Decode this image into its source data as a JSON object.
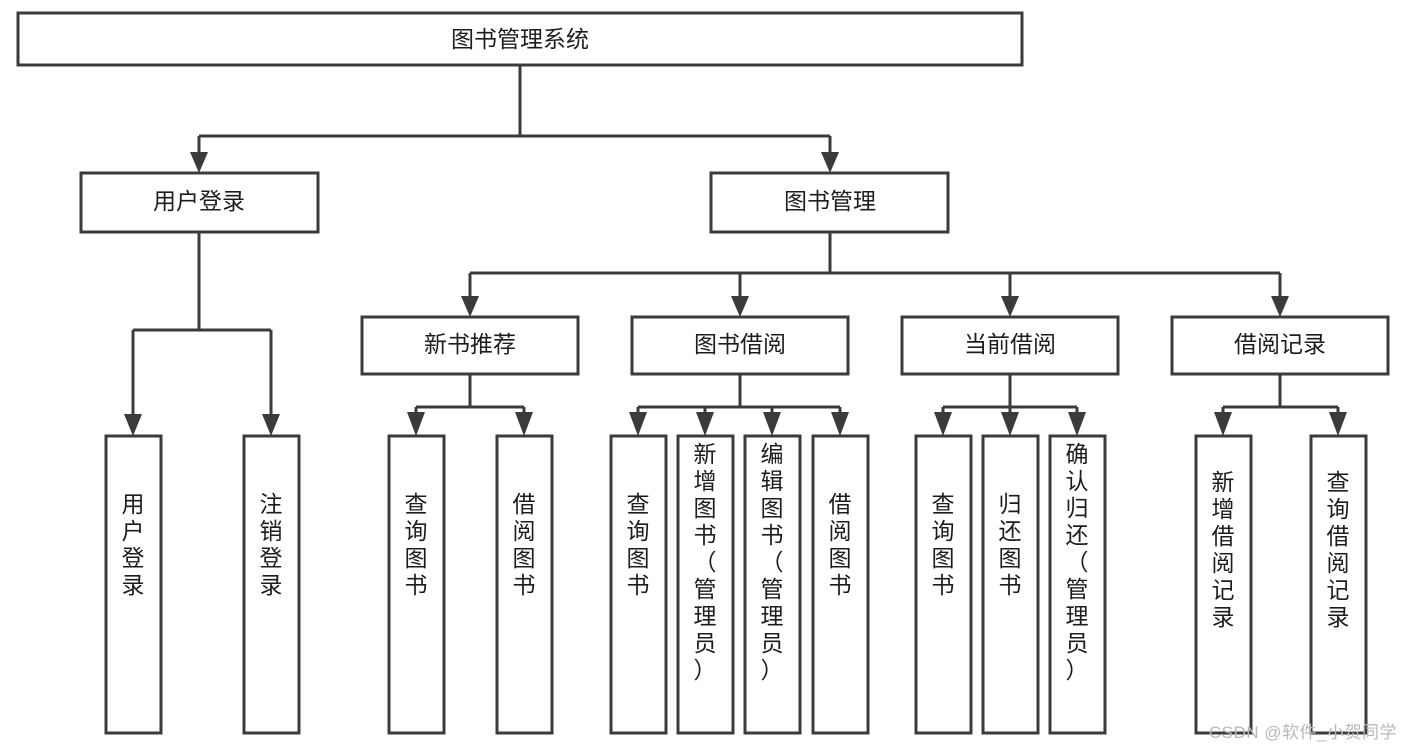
{
  "diagram": {
    "type": "tree-hierarchy",
    "title": "图书管理系统",
    "background_color": "#ffffff",
    "border_color": "#3b3b3b",
    "text_color": "#1d1d1d",
    "watermark": "CSDN @软件_小贺同学",
    "levels": [
      {
        "level": 0,
        "nodes": [
          {
            "id": "root",
            "label": "图书管理系统",
            "orientation": "horizontal"
          }
        ]
      },
      {
        "level": 1,
        "nodes": [
          {
            "id": "l1-0",
            "label": "用户登录",
            "orientation": "horizontal",
            "parent": "root"
          },
          {
            "id": "l1-1",
            "label": "图书管理",
            "orientation": "horizontal",
            "parent": "root"
          }
        ]
      },
      {
        "level": 2,
        "nodes": [
          {
            "id": "l2-0",
            "label": "新书推荐",
            "orientation": "horizontal",
            "parent": "l1-1"
          },
          {
            "id": "l2-1",
            "label": "图书借阅",
            "orientation": "horizontal",
            "parent": "l1-1"
          },
          {
            "id": "l2-2",
            "label": "当前借阅",
            "orientation": "horizontal",
            "parent": "l1-1"
          },
          {
            "id": "l2-3",
            "label": "借阅记录",
            "orientation": "horizontal",
            "parent": "l1-1"
          }
        ]
      },
      {
        "level": 3,
        "nodes": [
          {
            "id": "leaf-0",
            "label": "用户登录",
            "orientation": "vertical",
            "parent": "l1-0"
          },
          {
            "id": "leaf-1",
            "label": "注销登录",
            "orientation": "vertical",
            "parent": "l1-0"
          },
          {
            "id": "leaf-2",
            "label": "查询图书",
            "orientation": "vertical",
            "parent": "l2-0"
          },
          {
            "id": "leaf-3",
            "label": "借阅图书",
            "orientation": "vertical",
            "parent": "l2-0"
          },
          {
            "id": "leaf-4",
            "label": "查询图书",
            "orientation": "vertical",
            "parent": "l2-1"
          },
          {
            "id": "leaf-5",
            "label": "新增图书（管理员）",
            "orientation": "vertical",
            "parent": "l2-1"
          },
          {
            "id": "leaf-6",
            "label": "编辑图书（管理员）",
            "orientation": "vertical",
            "parent": "l2-1"
          },
          {
            "id": "leaf-7",
            "label": "借阅图书",
            "orientation": "vertical",
            "parent": "l2-1"
          },
          {
            "id": "leaf-8",
            "label": "查询图书",
            "orientation": "vertical",
            "parent": "l2-2"
          },
          {
            "id": "leaf-9",
            "label": "归还图书",
            "orientation": "vertical",
            "parent": "l2-2"
          },
          {
            "id": "leaf-10",
            "label": "确认归还（管理员）",
            "orientation": "vertical",
            "parent": "l2-2"
          },
          {
            "id": "leaf-11",
            "label": "新增借阅记录",
            "orientation": "vertical",
            "parent": "l2-3"
          },
          {
            "id": "leaf-12",
            "label": "查询借阅记录",
            "orientation": "vertical",
            "parent": "l2-3"
          }
        ]
      }
    ]
  }
}
